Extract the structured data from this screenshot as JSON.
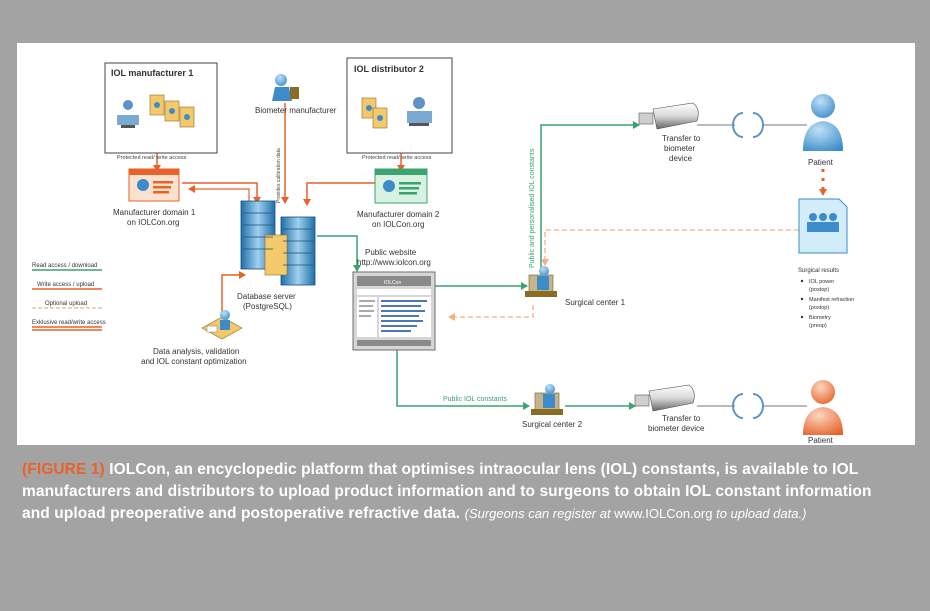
{
  "diagram": {
    "manufacturer1_box": "IOL manufacturer 1",
    "distributor2_box": "IOL distributor 2",
    "biometer_manufacturer": "Biometer manufacturer",
    "biometer_upload": "Provides calibration data",
    "protected_access_1": "Protected read/ write access",
    "protected_access_2": "Protected read/ write access",
    "domain1_line1": "Manufacturer domain 1",
    "domain1_line2": "on IOLCon.org",
    "domain2_line1": "Manufacturer domain 2",
    "domain2_line2": "on IOLCon.org",
    "db_line1": "Database server",
    "db_line2": "(PostgreSQL)",
    "website_line1": "Public website",
    "website_line2": "http://www.iolcon.org",
    "website_header": "IOLCon",
    "analysis_line1": "Data analysis, validation",
    "analysis_line2": "and IOL constant optimization",
    "personalised_constants": "Public and personalised IOL constants",
    "public_constants": "Public IOL constants",
    "surgical_center_1": "Surgical center 1",
    "surgical_center_2": "Surgical center 2",
    "transfer1_line1": "Transfer to",
    "transfer1_line2": "biometer",
    "transfer1_line3": "device",
    "transfer2_line1": "Transfer to",
    "transfer2_line2": "biometer device",
    "patient_1": "Patient",
    "patient_2": "Patient",
    "results_title": "Surgical results",
    "results_items": [
      "IOL power",
      "(postop)",
      "Manifest refraction",
      "(postop)",
      "Biometry",
      "(preop)"
    ],
    "legend": [
      "Read access / download",
      "Write access / upload",
      "Optional upload",
      "Exklusive read/write access"
    ]
  },
  "caption": {
    "tag": "(FIGURE 1)",
    "text": "IOLCon, an encyclopedic platform that optimises intraocular lens (IOL) constants, is available to IOL manufacturers and distributors to upload product information and to surgeons to obtain IOL constant information and upload preoperative and postoperative refractive data.",
    "note_prefix": "(Surgeons can register at ",
    "note_url": "www.IOLCon.org",
    "note_suffix": " to upload data.)"
  },
  "colors": {
    "page_background": "#a3a3a3",
    "read_line": "#3aa370",
    "write_line": "#e8622a",
    "optional_line": "#f4b183",
    "caption_tag": "#e8622a"
  }
}
